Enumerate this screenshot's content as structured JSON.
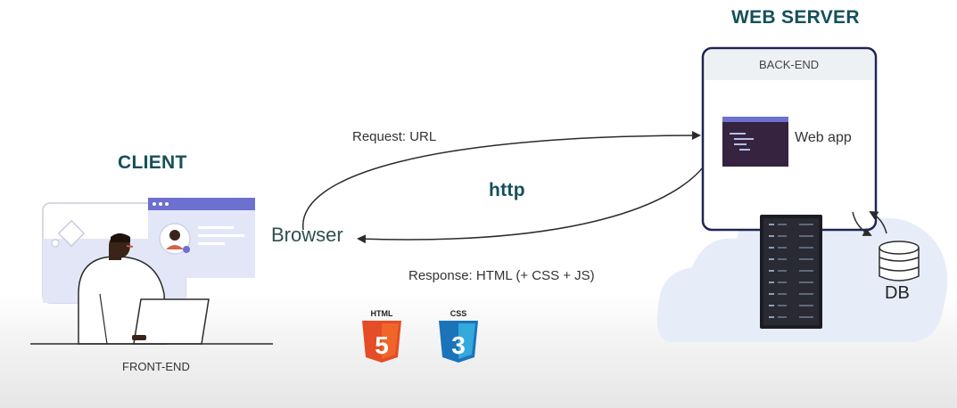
{
  "client": {
    "title": "CLIENT",
    "front_end_label": "FRONT-END",
    "browser_label": "Browser"
  },
  "server": {
    "title": "WEB SERVER",
    "back_end_label": "BACK-END",
    "web_app_label": "Web app",
    "db_label": "DB"
  },
  "connection": {
    "request_label": "Request: URL",
    "protocol_label": "http",
    "response_label": "Response: HTML (+ CSS + JS)"
  },
  "badges": {
    "html_label": "HTML",
    "html_number": "5",
    "css_label": "CSS",
    "css_number": "3"
  },
  "colors": {
    "heading": "#14505a",
    "client_panel": "#e3e6f7",
    "window_header": "#6c70cf",
    "back_end_border": "#1f2456",
    "cloud": "#e7edf8",
    "html5": "#e44d26",
    "css3": "#1b73ba"
  }
}
